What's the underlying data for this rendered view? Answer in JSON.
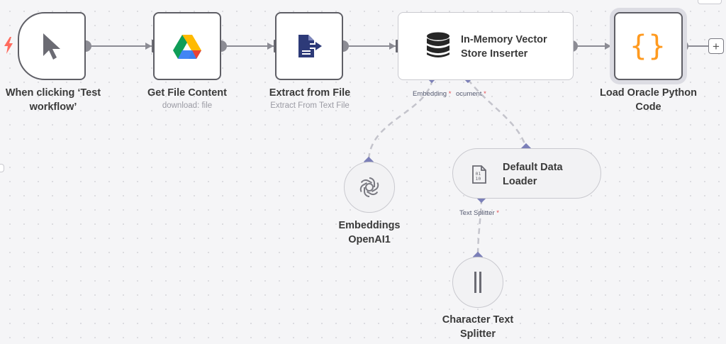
{
  "canvas": {
    "add_node_label": "+"
  },
  "nodes": {
    "trigger": {
      "title_line1": "When clicking ‘Test",
      "title_line2": "workflow’"
    },
    "get_file": {
      "title": "Get File Content",
      "subtitle": "download: file"
    },
    "extract": {
      "title": "Extract from File",
      "subtitle": "Extract From Text File"
    },
    "vector_store": {
      "title_line1": "In-Memory Vector",
      "title_line2": "Store Inserter"
    },
    "load_code": {
      "title_line1": "Load Oracle Python",
      "title_line2": "Code",
      "icon_text": "{}"
    },
    "embeddings": {
      "title_line1": "Embeddings",
      "title_line2": "OpenAI1"
    },
    "data_loader": {
      "title_line1": "Default Data",
      "title_line2": "Loader"
    },
    "splitter": {
      "title_line1": "Character Text",
      "title_line2": "Splitter"
    }
  },
  "ports": {
    "embedding": {
      "label": "Embedding",
      "required": "*"
    },
    "document": {
      "label": "ocument",
      "required": "*"
    },
    "text_splitter": {
      "label": "Text Splitter",
      "required": "*"
    }
  },
  "colors": {
    "edge": "#8c8c94",
    "sub_edge": "#c4c4cc",
    "port_diamond": "#7b7fb8",
    "trigger_bolt": "#ff6b5e",
    "code_braces": "#ff9a1f"
  },
  "icons": {
    "trigger": "cursor-icon",
    "get_file": "google-drive-icon",
    "extract": "file-export-icon",
    "vector_store": "database-icon",
    "load_code": "code-braces-icon",
    "embeddings": "openai-icon",
    "data_loader": "binary-file-icon",
    "splitter": "text-splitter-icon"
  }
}
